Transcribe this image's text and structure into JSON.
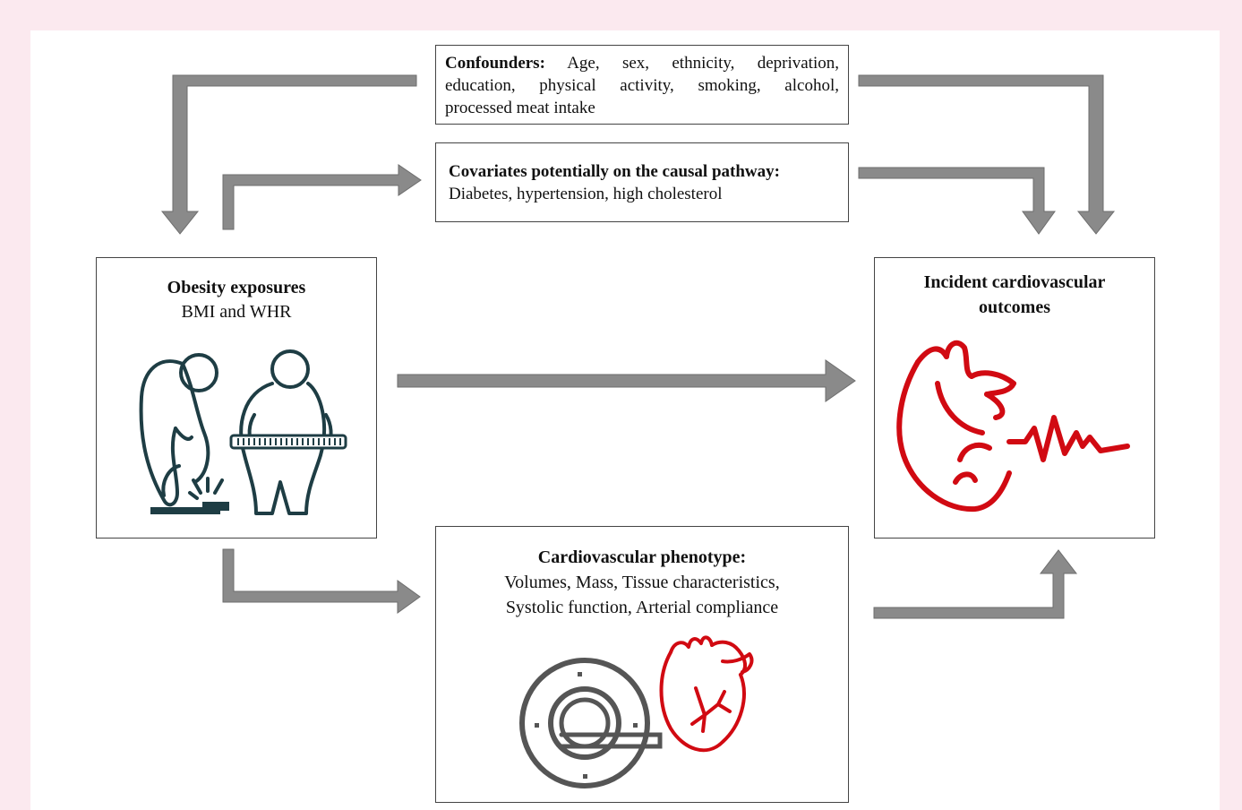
{
  "confounders": {
    "title": "Confounders:",
    "line1": "Age, sex, ethnicity, deprivation,",
    "line2": "education, physical activity, smoking, alcohol,",
    "line3": "processed meat intake"
  },
  "covariates": {
    "title": "Covariates potentially on the causal pathway:",
    "text": "Diabetes, hypertension, high cholesterol"
  },
  "obesity": {
    "title": "Obesity exposures",
    "subtitle": "BMI and WHR"
  },
  "outcomes": {
    "title_line1": "Incident cardiovascular",
    "title_line2": "outcomes"
  },
  "phenotype": {
    "title": "Cardiovascular phenotype:",
    "line1": "Volumes, Mass, Tissue characteristics,",
    "line2": "Systolic function, Arterial compliance"
  },
  "colors": {
    "arrow": "#8a8a8a",
    "heart": "#d10a12",
    "figure": "#1e3d44",
    "scanner": "#555555",
    "background": "#fbe9ef"
  },
  "icons": [
    "obese-people-icon",
    "scale-icon",
    "measuring-tape-icon",
    "heart-ecg-icon",
    "mri-scanner-icon",
    "heart-icon"
  ]
}
